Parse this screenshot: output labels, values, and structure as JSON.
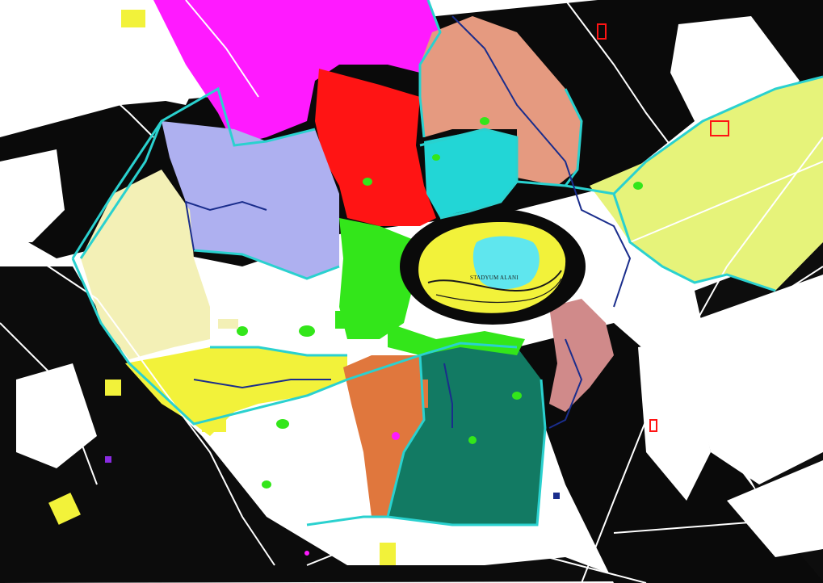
{
  "map": {
    "labels": {
      "center_label": "STADYUM ALANI"
    },
    "colors": {
      "background": "#ffffff",
      "street_lines": "#000000",
      "dense_fabric": "#050505",
      "cyan_boundary": "#2ad1cf",
      "blue_boundary": "#1a2d8c",
      "magenta_zone": "#ff1aff",
      "red_zone": "#ff1414",
      "salmon_zone": "#e59a80",
      "cyan_zone": "#22d6d6",
      "lavender_zone": "#aeb0f0",
      "cream_zone": "#f3f0b6",
      "yellow_zone": "#f2f23a",
      "yellow_green_zone": "#e6f37a",
      "green_vegetation": "#33e61a",
      "orange_zone": "#e0773d",
      "teal_zone": "#127a63",
      "light_cyan_pond": "#5fe6ee",
      "pink_zone": "#d08a8a"
    },
    "districts": [
      {
        "name": "magenta-district",
        "color_key": "magenta_zone"
      },
      {
        "name": "red-district",
        "color_key": "red_zone"
      },
      {
        "name": "salmon-district",
        "color_key": "salmon_zone"
      },
      {
        "name": "cyan-district",
        "color_key": "cyan_zone"
      },
      {
        "name": "lavender-district",
        "color_key": "lavender_zone"
      },
      {
        "name": "cream-district",
        "color_key": "cream_zone"
      },
      {
        "name": "yellow-district",
        "color_key": "yellow_zone"
      },
      {
        "name": "yellow-green-district",
        "color_key": "yellow_green_zone"
      },
      {
        "name": "orange-district",
        "color_key": "orange_zone"
      },
      {
        "name": "teal-district",
        "color_key": "teal_zone"
      },
      {
        "name": "central-oval",
        "color_key": "yellow_zone"
      },
      {
        "name": "pond",
        "color_key": "light_cyan_pond"
      }
    ]
  }
}
